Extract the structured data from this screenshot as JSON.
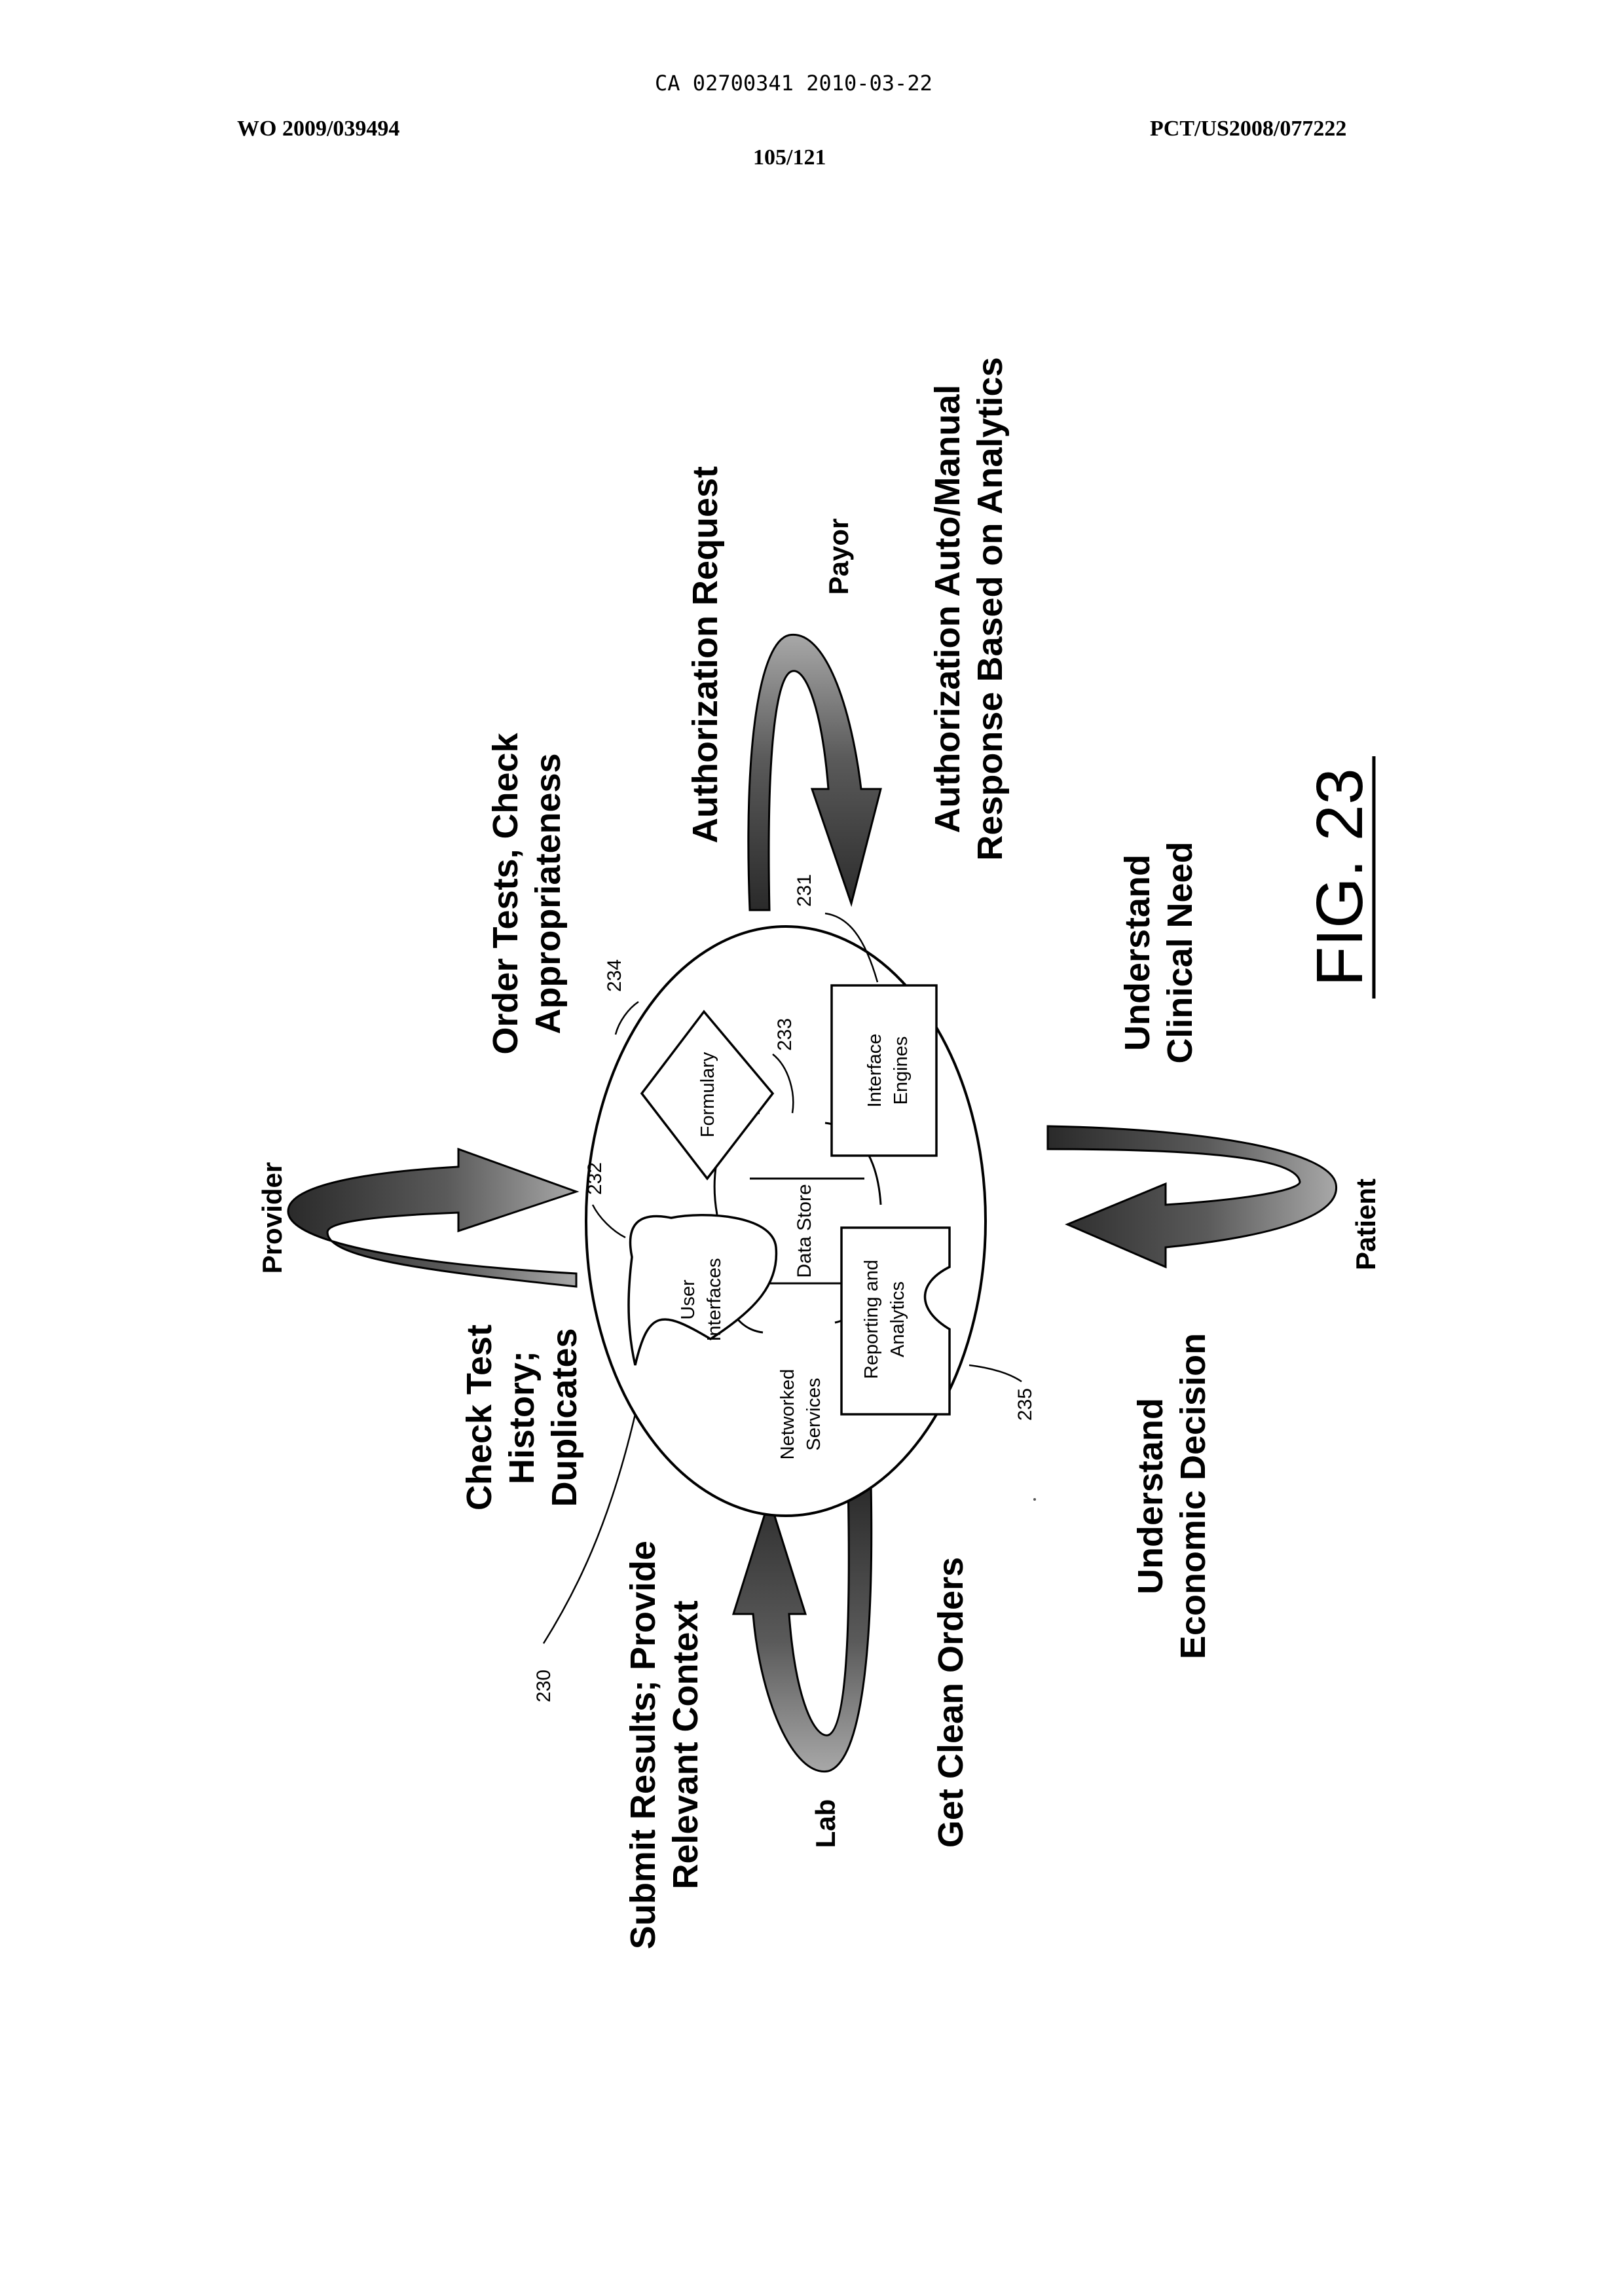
{
  "header": {
    "ca_number": "CA 02700341 2010-03-22",
    "wo_number": "WO 2009/039494",
    "pct_number": "PCT/US2008/077222",
    "sheet": "105/121"
  },
  "diagram": {
    "figure_label": "FIG. 23",
    "parties": {
      "provider": "Provider",
      "payor": "Payor",
      "patient": "Patient",
      "lab": "Lab"
    },
    "actions": {
      "order_tests": [
        "Order Tests, Check",
        "Appropriateness"
      ],
      "check_history": [
        "Check Test",
        "History;",
        "Duplicates"
      ],
      "auth_request": "Authorization Request",
      "auth_response": [
        "Authorization Auto/Manual",
        "Response Based on Analytics"
      ],
      "clinical_need": [
        "Understand",
        "Clinical Need"
      ],
      "economic_decision": [
        "Understand",
        "Economic Decision"
      ],
      "clean_orders": "Get Clean Orders",
      "submit_results": [
        "Submit Results; Provide",
        "Relevant Context"
      ]
    },
    "components": {
      "user_interfaces": [
        "User",
        "Interfaces"
      ],
      "formulary": "Formulary",
      "data_store": "Data Store",
      "interface_engines": [
        "Interface",
        "Engines"
      ],
      "reporting": [
        "Reporting and",
        "Analytics"
      ],
      "networked": [
        "Networked",
        "Services"
      ]
    },
    "refs": {
      "r230": "230",
      "r231": "231",
      "r232": "232",
      "r233": "233",
      "r234": "234",
      "r235": "235"
    },
    "colors": {
      "arrow_light": "#a0a0a0",
      "arrow_dark": "#2c2c2c",
      "line": "#000000"
    }
  }
}
